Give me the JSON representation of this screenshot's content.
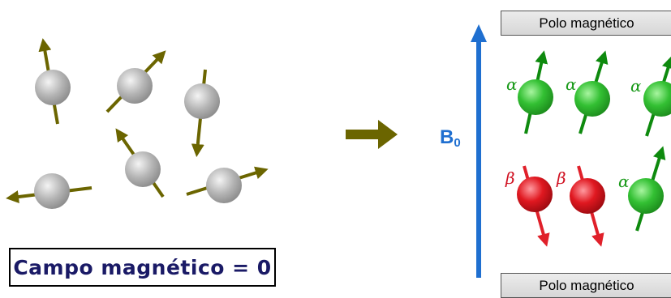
{
  "caption": {
    "text": "Campo magnético = 0"
  },
  "poles": {
    "top_label": "Polo magnético",
    "bottom_label": "Polo magnético"
  },
  "field": {
    "label": "B",
    "subscript": "0"
  },
  "spin_states": {
    "alpha_symbol": "α",
    "beta_symbol": "β",
    "row_top": [
      "α",
      "α",
      "α"
    ],
    "row_bottom": [
      "β",
      "β",
      "α"
    ]
  },
  "colors": {
    "random_sphere": "#b8b8b8",
    "random_arrow": "#6b6500",
    "alpha_sphere": "#2fbf2f",
    "alpha_arrow": "#0e8a0e",
    "beta_sphere": "#e01a22",
    "beta_arrow": "#e0202a",
    "field_arrow": "#1f6fd0",
    "transition_arrow": "#6b6500",
    "alpha_text": "#1a9a1a",
    "beta_text": "#d01020"
  }
}
